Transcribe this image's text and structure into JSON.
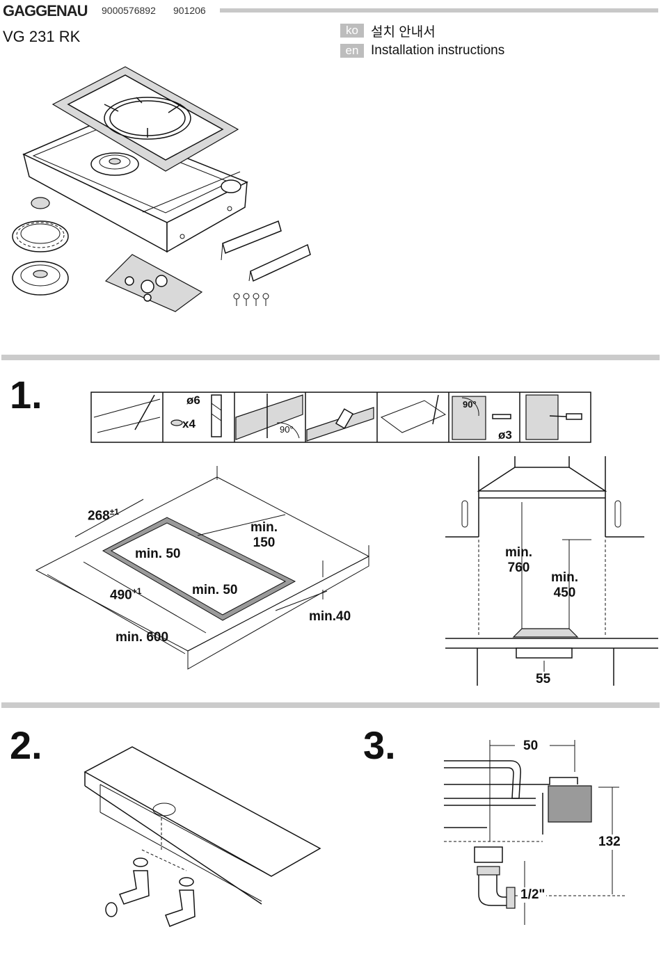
{
  "header": {
    "brand": "GAGGENAU",
    "doc_number": "9000576892",
    "doc_date": "901206",
    "model": "VG 231 RK"
  },
  "languages": [
    {
      "code": "ko",
      "title": "설치 안내서"
    },
    {
      "code": "en",
      "title": "Installation instructions"
    }
  ],
  "step1": {
    "number": "1.",
    "strip_labels": {
      "drill": "ø6",
      "plugs": "x4",
      "saw_angle": "90°",
      "angle2": "90°",
      "drill_small": "ø3"
    },
    "cutout": {
      "width": "268",
      "width_tol": "±1",
      "depth": "490",
      "depth_tol": "+1",
      "rear_clear": "min.\n150",
      "side_clear_a": "min. 50",
      "side_clear_b": "min. 50",
      "front_clear": "min. 600",
      "worktop": "min.40"
    },
    "hood": {
      "hood_clear": "min.\n760",
      "cabinet_clear": "min.\n450",
      "depth": "55"
    }
  },
  "step2": {
    "number": "2."
  },
  "step3": {
    "number": "3.",
    "offset": "50",
    "height": "132",
    "thread": "1/2\""
  }
}
